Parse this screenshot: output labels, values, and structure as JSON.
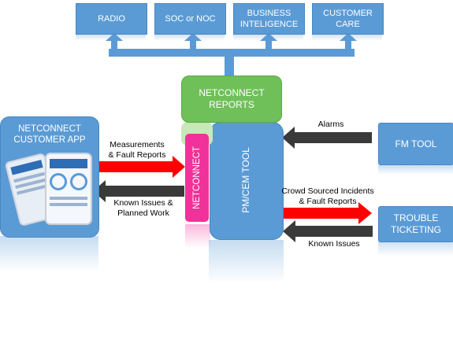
{
  "top_boxes": [
    {
      "id": "radio",
      "line1": "RADIO",
      "line2": ""
    },
    {
      "id": "soc",
      "line1": "SOC or NOC",
      "line2": ""
    },
    {
      "id": "bi",
      "line1": "BUSINESS",
      "line2": "INTELIGENCE"
    },
    {
      "id": "cc",
      "line1": "CUSTOMER",
      "line2": "CARE"
    }
  ],
  "reports": {
    "line1": "NETCONNECT",
    "line2": "REPORTS"
  },
  "pmcem": {
    "label": "PM/CEM TOOL"
  },
  "netconnect": {
    "label": "NETCONNECT"
  },
  "customer_app": {
    "line1": "NETCONNECT",
    "line2": "CUSTOMER APP"
  },
  "fm_tool": {
    "label": "FM TOOL"
  },
  "trouble": {
    "line1": "TROUBLE",
    "line2": "TICKETING"
  },
  "arrows": {
    "measurements": {
      "line1": "Measurements",
      "line2": "& Fault Reports"
    },
    "known_planned": {
      "line1": "Known Issues &",
      "line2": "Planned Work"
    },
    "alarms": {
      "line1": "Alarms"
    },
    "crowd": {
      "line1": "Crowd Sourced Incidents",
      "line2": "& Fault Reports"
    },
    "known": {
      "line1": "Known Issues"
    }
  },
  "colors": {
    "blue_box": "#5b9bd5",
    "green_box": "#70c05a",
    "pink_box": "#f0339a",
    "red_arrow": "#ff0000",
    "dark_arrow": "#3a3a3a",
    "connector": "#5b9bd5"
  }
}
